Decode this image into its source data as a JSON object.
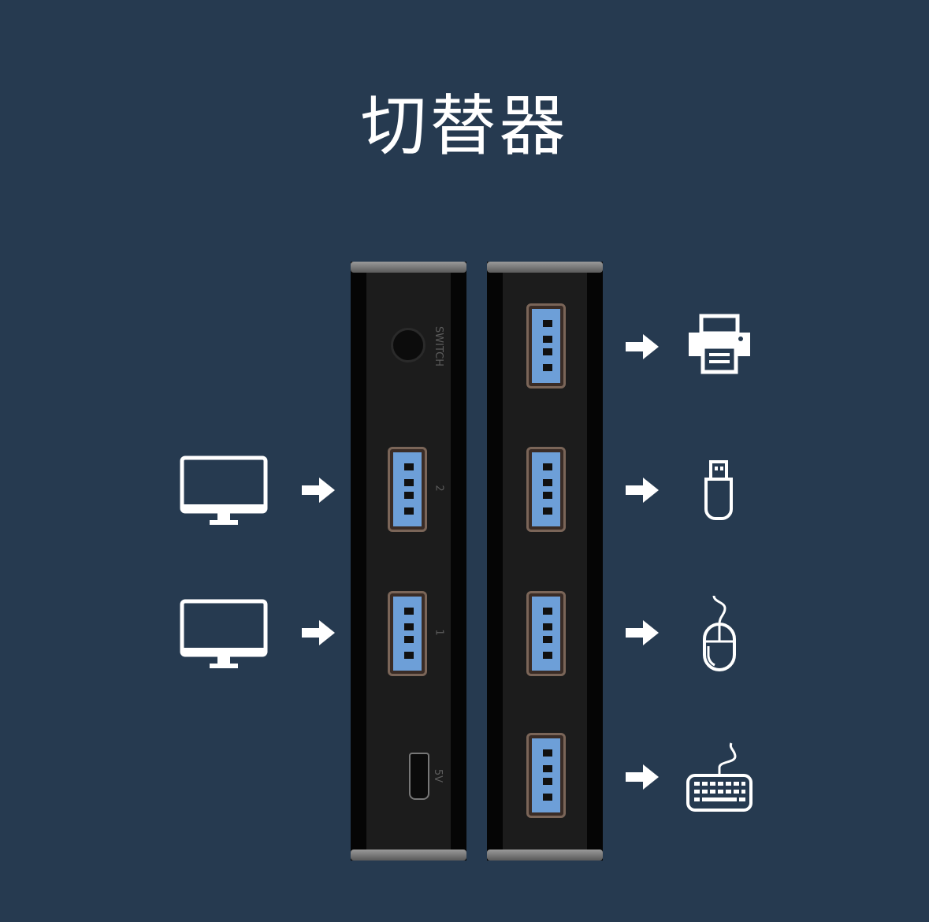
{
  "title": "切替器",
  "left_device": {
    "switch_label": "SWITCH",
    "port_2_label": "2",
    "port_1_label": "1",
    "power_label": "5V"
  },
  "inputs": [
    {
      "icon": "monitor-icon"
    },
    {
      "icon": "monitor-icon"
    }
  ],
  "outputs": [
    {
      "icon": "printer-icon"
    },
    {
      "icon": "usb-drive-icon"
    },
    {
      "icon": "mouse-icon"
    },
    {
      "icon": "keyboard-icon"
    }
  ],
  "colors": {
    "background": "#263a50",
    "usb_blue": "#6d9fd8",
    "port_border": "#7a6558"
  }
}
